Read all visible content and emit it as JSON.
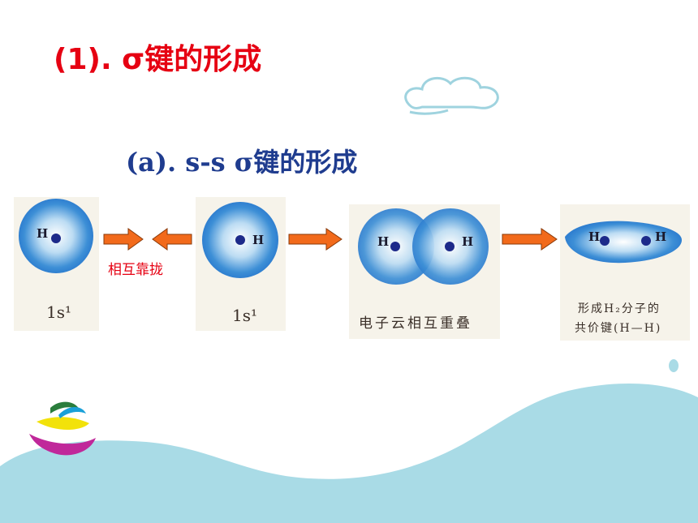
{
  "slide": {
    "title": "(1). σ键的形成",
    "subtitle": "(a). s-s  σ键的形成"
  },
  "stages": [
    {
      "label": "1s¹",
      "atoms": [
        "H"
      ]
    },
    {
      "label": "1s¹",
      "atoms": [
        "H"
      ]
    },
    {
      "label": "电子云相互重叠",
      "atoms": [
        "H",
        "H"
      ]
    },
    {
      "label_line1": "形成H₂分子的",
      "label_line2": "共价键(H—H)",
      "atoms": [
        "H",
        "H"
      ]
    }
  ],
  "approach_label": "相互靠拢",
  "colors": {
    "title": "#e60012",
    "subtitle": "#1f3c8f",
    "arrow_fill": "#f26a1b",
    "electron_cloud": "#2f7fd0",
    "nucleus": "#1d2a8a",
    "sea": "#a9dbe6"
  }
}
